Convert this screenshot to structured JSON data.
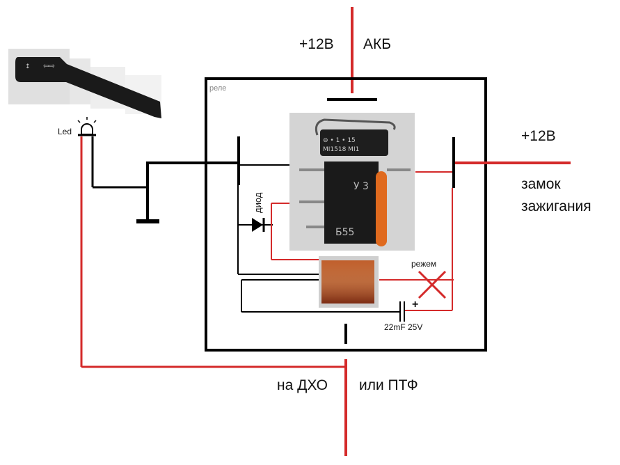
{
  "labels": {
    "plus12_top": "+12В",
    "akb": "АКБ",
    "rele": "реле",
    "plus12_right": "+12В",
    "zamok_line1": "замок",
    "zamok_line2": "зажигания",
    "diod": "диод",
    "rezhem": "режем",
    "cap": "22mF 25V",
    "cap_plus": "+",
    "led": "Led",
    "dho": "на ДХО",
    "ptf": "или ПТФ"
  },
  "colors": {
    "wire_red": "#d42a2a",
    "wire_black": "#000000",
    "box": "#000000",
    "copper": "#b85a2a"
  },
  "icons": {
    "stalk": "turn-signal-stalk-photo",
    "led": "led-icon",
    "relay_photo": "relay-transistor-board-photo",
    "coil_photo": "copper-coil-photo",
    "diode": "diode-icon",
    "cut": "cross-cut-icon",
    "capacitor": "capacitor-icon",
    "ground": "ground-icon"
  }
}
